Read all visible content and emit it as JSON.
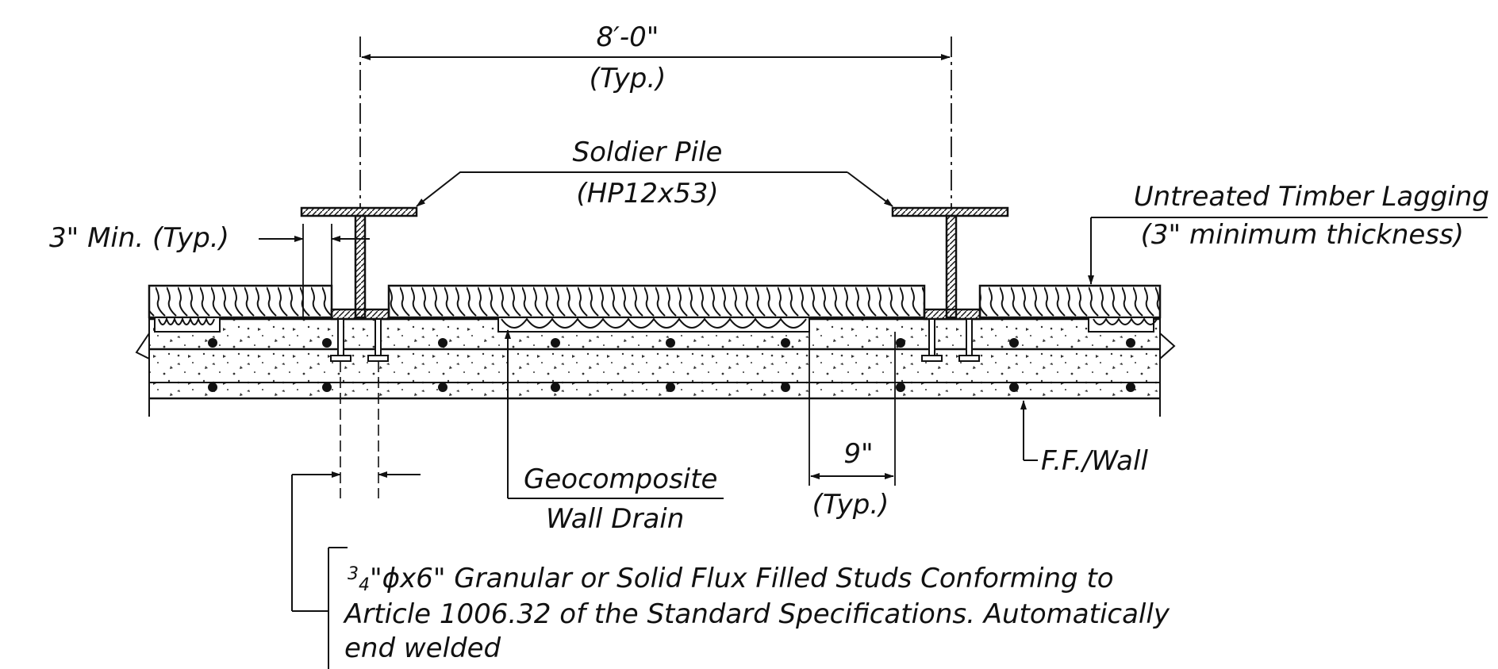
{
  "labels": {
    "spacing": "8′-0\"",
    "spacing_typ": "(Typ.)",
    "soldier_pile": "Soldier Pile",
    "soldier_pile_size": "(HP12x53)",
    "lagging": "Untreated Timber Lagging",
    "lagging_thickness": "(3\" minimum thickness)",
    "min_bearing": "3\" Min. (Typ.)",
    "drain_line1": "Geocomposite",
    "drain_line2": "Wall Drain",
    "stud_spacing": "9\"",
    "stud_spacing_typ": "(Typ.)",
    "ff_wall": "F.F./Wall",
    "studs_fraction": "3",
    "studs_fraction_den": "4",
    "studs_line1": "\"ϕx6\" Granular or Solid Flux Filled Studs Conforming to",
    "studs_line2": "Article 1006.32 of the Standard Specifications. Automatically",
    "studs_line3": "end welded"
  }
}
